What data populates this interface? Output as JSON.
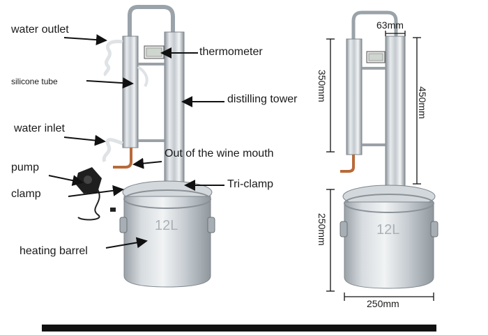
{
  "labels": {
    "water_outlet": "water outlet",
    "silicone_tube": "silicone tube",
    "water_inlet": "water inlet",
    "pump": "pump",
    "clamp": "clamp",
    "heating_barrel": "heating barrel",
    "thermometer": "thermometer",
    "distilling_tower": "distilling tower",
    "wine_mouth": "Out of the wine mouth",
    "tri_clamp": "Tri-clamp"
  },
  "dimensions": {
    "top_width": "63mm",
    "condenser_height": "350mm",
    "tower_height": "450mm",
    "barrel_height": "250mm",
    "barrel_width": "250mm"
  },
  "barrel_marking": "12L",
  "colors": {
    "steel_light": "#e9ecee",
    "steel_mid": "#b9bfc4",
    "steel_dark": "#7c848b",
    "copper": "#b86a3a"
  }
}
